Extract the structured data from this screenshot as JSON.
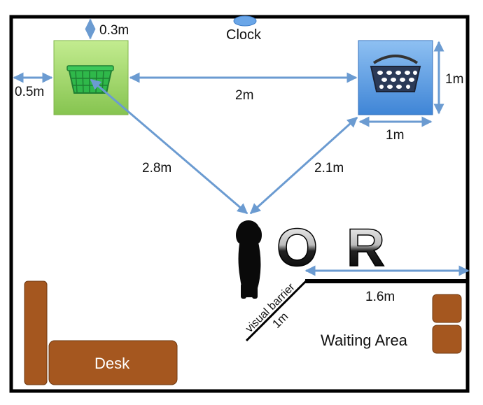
{
  "labels": {
    "clock": "Clock",
    "top_gap": "0.3m",
    "left_gap": "0.5m",
    "between_boxes": "2m",
    "box_height": "1m",
    "box_width": "1m",
    "left_to_dog": "2.8m",
    "right_to_dog": "2.1m",
    "letter_o": "O",
    "letter_r": "R",
    "wall_length": "1.6m",
    "barrier": "visual barrier",
    "barrier_length": "1m",
    "waiting_area": "Waiting Area",
    "desk": "Desk"
  },
  "colors": {
    "arrow": "#6b9bd1",
    "green_box": "#9ed66b",
    "blue_box": "#5b98dc",
    "furniture": "#a5571f",
    "clock": "#6aa6e8",
    "wall": "#000000"
  },
  "icons": {
    "green_basket": "basket-icon",
    "blue_basket": "basket-icon",
    "dog": "dog-icon"
  }
}
